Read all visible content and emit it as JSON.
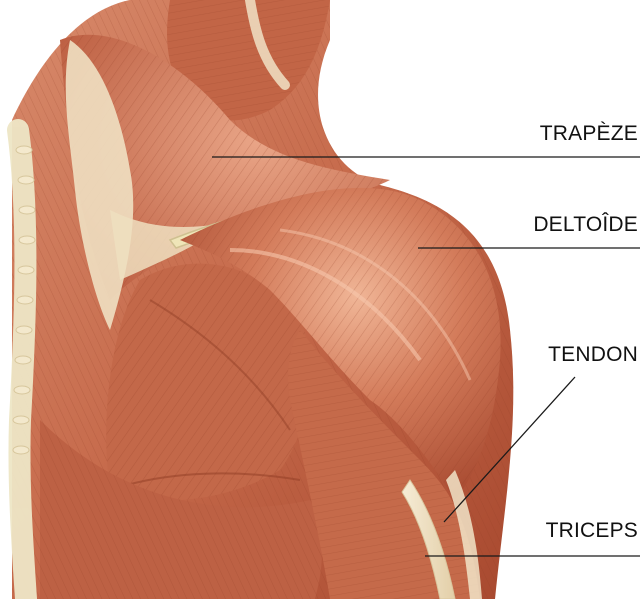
{
  "labels": {
    "trapeze": "TRAPÈZE",
    "deltoide": "DELTOÎDE",
    "tendon": "TENDON",
    "triceps": "TRICEPS"
  },
  "colors": {
    "background": "#ffffff",
    "muscle_base": "#c96a4b",
    "muscle_dark": "#9e3f28",
    "muscle_light": "#e7a07f",
    "tendon": "#efe1c4",
    "bone": "#ece3bd",
    "leader_line": "#1a1a1a"
  },
  "icons": [
    "shoulder-muscle-illustration"
  ]
}
